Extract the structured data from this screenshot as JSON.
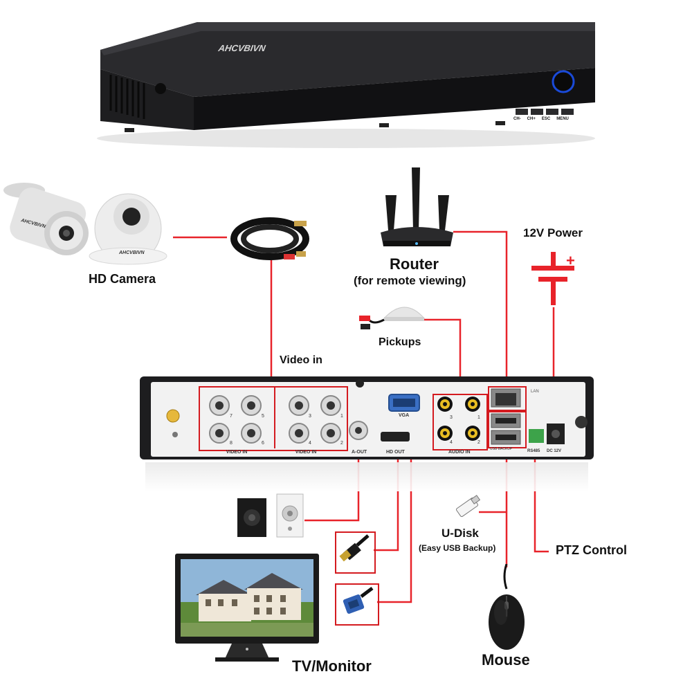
{
  "dvr_top": {
    "brand": "AHCVBIVN",
    "buttons": [
      "CH-",
      "CH+",
      "ESC",
      "MENU"
    ]
  },
  "camera": {
    "label": "HD Camera",
    "brand": "AHCVBIVN"
  },
  "cable": {
    "label": "Video in"
  },
  "router": {
    "label": "Router",
    "sublabel": "(for remote viewing)"
  },
  "power": {
    "label": "12V Power",
    "plus": "+"
  },
  "pickups": {
    "label": "Pickups"
  },
  "rear_panel": {
    "video_in_left": {
      "label": "VIDEO IN",
      "numbers": [
        "7",
        "5",
        "8",
        "6"
      ]
    },
    "video_in_right": {
      "label": "VIDEO IN",
      "numbers": [
        "3",
        "1",
        "4",
        "2"
      ]
    },
    "a_out": "A-OUT",
    "hd_out": "HD OUT",
    "vga": "VGA",
    "audio_in": {
      "label": "AUDIO IN",
      "numbers": [
        "3",
        "1",
        "4",
        "2"
      ]
    },
    "lan": "LAN",
    "usb": "USB BACKUP",
    "rs485": "RS485",
    "dc": "DC 12V"
  },
  "udisk": {
    "label": "U-Disk",
    "sublabel": "(Easy USB Backup)"
  },
  "ptz": {
    "label": "PTZ Control"
  },
  "monitor": {
    "label": "TV/Monitor"
  },
  "mouse": {
    "label": "Mouse"
  },
  "colors": {
    "connector": "#e8232a",
    "box": "#d41a1f",
    "device": "#1c1c1e",
    "panel": "#f0f0f0"
  }
}
